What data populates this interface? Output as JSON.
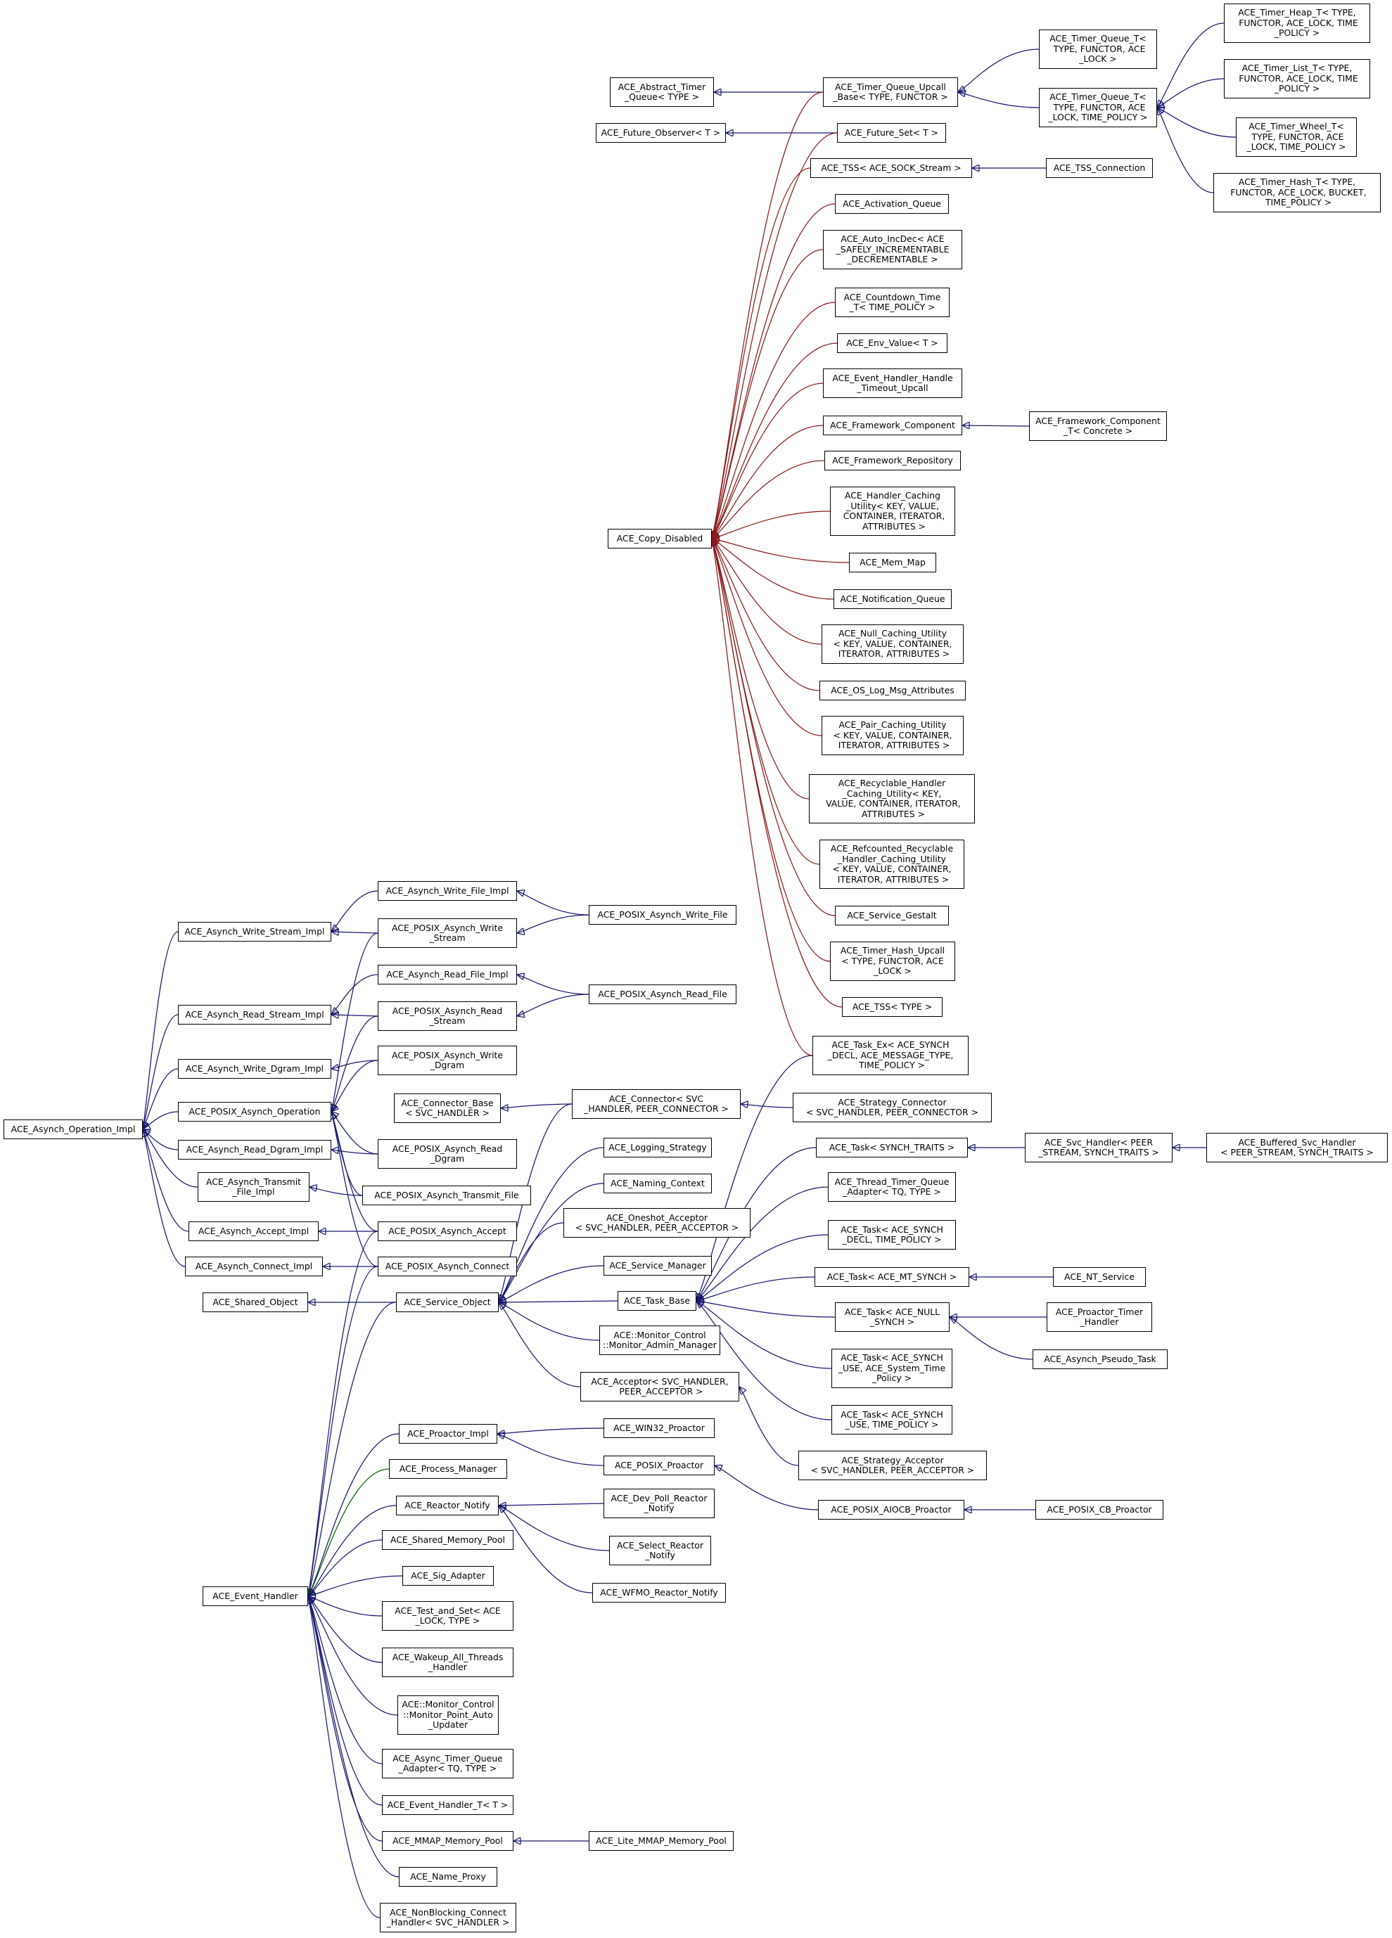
{
  "colors": {
    "inherit": "#191970",
    "private": "#8b1a1a",
    "protected": "#006400"
  },
  "nodes": [
    {
      "id": "aoi",
      "label": "ACE_Asynch_Operation_Impl"
    },
    {
      "id": "awsi",
      "label": "ACE_Asynch_Write_Stream_Impl"
    },
    {
      "id": "arsi",
      "label": "ACE_Asynch_Read_Stream_Impl"
    },
    {
      "id": "awdi",
      "label": "ACE_Asynch_Write_Dgram_Impl"
    },
    {
      "id": "pao",
      "label": "ACE_POSIX_Asynch_Operation"
    },
    {
      "id": "ardi",
      "label": "ACE_Asynch_Read_Dgram_Impl"
    },
    {
      "id": "atfi",
      "label": "ACE_Asynch_Transmit\n_File_Impl"
    },
    {
      "id": "aai",
      "label": "ACE_Asynch_Accept_Impl"
    },
    {
      "id": "aci",
      "label": "ACE_Asynch_Connect_Impl"
    },
    {
      "id": "aso",
      "label": "ACE_Shared_Object"
    },
    {
      "id": "aeh",
      "label": "ACE_Event_Handler"
    },
    {
      "id": "awfi",
      "label": "ACE_Asynch_Write_File_Impl"
    },
    {
      "id": "paws",
      "label": "ACE_POSIX_Asynch_Write\n_Stream"
    },
    {
      "id": "arfi",
      "label": "ACE_Asynch_Read_File_Impl"
    },
    {
      "id": "pars",
      "label": "ACE_POSIX_Asynch_Read\n_Stream"
    },
    {
      "id": "pawd",
      "label": "ACE_POSIX_Asynch_Write\n_Dgram"
    },
    {
      "id": "cbase",
      "label": "ACE_Connector_Base\n< SVC_HANDLER >"
    },
    {
      "id": "pard",
      "label": "ACE_POSIX_Asynch_Read\n_Dgram"
    },
    {
      "id": "patf",
      "label": "ACE_POSIX_Asynch_Transmit_File"
    },
    {
      "id": "paa",
      "label": "ACE_POSIX_Asynch_Accept"
    },
    {
      "id": "pac",
      "label": "ACE_POSIX_Asynch_Connect"
    },
    {
      "id": "sobj",
      "label": "ACE_Service_Object"
    },
    {
      "id": "pimpl",
      "label": "ACE_Proactor_Impl"
    },
    {
      "id": "pmgr",
      "label": "ACE_Process_Manager"
    },
    {
      "id": "rnot",
      "label": "ACE_Reactor_Notify"
    },
    {
      "id": "smp",
      "label": "ACE_Shared_Memory_Pool"
    },
    {
      "id": "siga",
      "label": "ACE_Sig_Adapter"
    },
    {
      "id": "tas",
      "label": "ACE_Test_and_Set< ACE\n_LOCK, TYPE >"
    },
    {
      "id": "wath",
      "label": "ACE_Wakeup_All_Threads\n_Handler"
    },
    {
      "id": "mpau",
      "label": "ACE::Monitor_Control\n::Monitor_Point_Auto\n_Updater"
    },
    {
      "id": "atqa",
      "label": "ACE_Async_Timer_Queue\n_Adapter< TQ, TYPE >"
    },
    {
      "id": "eht",
      "label": "ACE_Event_Handler_T< T >"
    },
    {
      "id": "mmap",
      "label": "ACE_MMAP_Memory_Pool"
    },
    {
      "id": "nprox",
      "label": "ACE_Name_Proxy"
    },
    {
      "id": "nbch",
      "label": "ACE_NonBlocking_Connect\n_Handler< SVC_HANDLER >"
    },
    {
      "id": "atq",
      "label": "ACE_Abstract_Timer\n_Queue< TYPE >"
    },
    {
      "id": "fobs",
      "label": "ACE_Future_Observer< T >"
    },
    {
      "id": "cdis",
      "label": "ACE_Copy_Disabled"
    },
    {
      "id": "tqu",
      "label": "ACE_Timer_Queue_Upcall\n_Base< TYPE, FUNCTOR >"
    },
    {
      "id": "fset",
      "label": "ACE_Future_Set< T >"
    },
    {
      "id": "tsss",
      "label": "ACE_TSS< ACE_SOCK_Stream >"
    },
    {
      "id": "actq",
      "label": "ACE_Activation_Queue"
    },
    {
      "id": "aid",
      "label": "ACE_Auto_IncDec< ACE\n_SAFELY_INCREMENTABLE\n_DECREMENTABLE >"
    },
    {
      "id": "cdt",
      "label": "ACE_Countdown_Time\n_T< TIME_POLICY >"
    },
    {
      "id": "envv",
      "label": "ACE_Env_Value< T >"
    },
    {
      "id": "ehhtu",
      "label": "ACE_Event_Handler_Handle\n_Timeout_Upcall"
    },
    {
      "id": "fcomp",
      "label": "ACE_Framework_Component"
    },
    {
      "id": "frep",
      "label": "ACE_Framework_Repository"
    },
    {
      "id": "hcu",
      "label": "ACE_Handler_Caching\n_Utility< KEY, VALUE,\n CONTAINER, ITERATOR,\n ATTRIBUTES >"
    },
    {
      "id": "mmapm",
      "label": "ACE_Mem_Map"
    },
    {
      "id": "notq",
      "label": "ACE_Notification_Queue"
    },
    {
      "id": "ncu",
      "label": "ACE_Null_Caching_Utility\n< KEY, VALUE, CONTAINER,\n ITERATOR, ATTRIBUTES >"
    },
    {
      "id": "oslog",
      "label": "ACE_OS_Log_Msg_Attributes"
    },
    {
      "id": "pcu",
      "label": "ACE_Pair_Caching_Utility\n< KEY, VALUE, CONTAINER,\n ITERATOR, ATTRIBUTES >"
    },
    {
      "id": "rhcu",
      "label": "ACE_Recyclable_Handler\n_Caching_Utility< KEY,\n VALUE, CONTAINER, ITERATOR,\n ATTRIBUTES >"
    },
    {
      "id": "rrhcu",
      "label": "ACE_Refcounted_Recyclable\n_Handler_Caching_Utility\n< KEY, VALUE, CONTAINER,\n ITERATOR, ATTRIBUTES >"
    },
    {
      "id": "sgest",
      "label": "ACE_Service_Gestalt"
    },
    {
      "id": "thu",
      "label": "ACE_Timer_Hash_Upcall\n< TYPE, FUNCTOR, ACE\n_LOCK >"
    },
    {
      "id": "tsst",
      "label": "ACE_TSS< TYPE >"
    },
    {
      "id": "taskex",
      "label": "ACE_Task_Ex< ACE_SYNCH\n_DECL, ACE_MESSAGE_TYPE,\n TIME_POLICY >"
    },
    {
      "id": "conn",
      "label": "ACE_Connector< SVC\n_HANDLER, PEER_CONNECTOR >"
    },
    {
      "id": "logs",
      "label": "ACE_Logging_Strategy"
    },
    {
      "id": "nctx",
      "label": "ACE_Naming_Context"
    },
    {
      "id": "oacc",
      "label": "ACE_Oneshot_Acceptor\n< SVC_HANDLER, PEER_ACCEPTOR >"
    },
    {
      "id": "smgr",
      "label": "ACE_Service_Manager"
    },
    {
      "id": "tbase",
      "label": "ACE_Task_Base"
    },
    {
      "id": "mam",
      "label": "ACE::Monitor_Control\n::Monitor_Admin_Manager"
    },
    {
      "id": "acc",
      "label": "ACE_Acceptor< SVC_HANDLER,\n PEER_ACCEPTOR >"
    },
    {
      "id": "w32p",
      "label": "ACE_WIN32_Proactor"
    },
    {
      "id": "posp",
      "label": "ACE_POSIX_Proactor"
    },
    {
      "id": "dprn",
      "label": "ACE_Dev_Poll_Reactor\n_Notify"
    },
    {
      "id": "srn",
      "label": "ACE_Select_Reactor\n_Notify"
    },
    {
      "id": "wfmo",
      "label": "ACE_WFMO_Reactor_Notify"
    },
    {
      "id": "lmmap",
      "label": "ACE_Lite_MMAP_Memory_Pool"
    },
    {
      "id": "tqt2",
      "label": "ACE_Timer_Queue_T<\n TYPE, FUNCTOR, ACE\n_LOCK >"
    },
    {
      "id": "tqt4",
      "label": "ACE_Timer_Queue_T<\n TYPE, FUNCTOR, ACE\n_LOCK, TIME_POLICY >"
    },
    {
      "id": "tssc",
      "label": "ACE_TSS_Connection"
    },
    {
      "id": "fcompt",
      "label": "ACE_Framework_Component\n_T< Concrete >"
    },
    {
      "id": "sconn",
      "label": "ACE_Strategy_Connector\n< SVC_HANDLER, PEER_CONNECTOR >"
    },
    {
      "id": "tst",
      "label": "ACE_Task< SYNCH_TRAITS >"
    },
    {
      "id": "ttqa",
      "label": "ACE_Thread_Timer_Queue\n_Adapter< TQ, TYPE >"
    },
    {
      "id": "tsd",
      "label": "ACE_Task< ACE_SYNCH\n_DECL, TIME_POLICY >"
    },
    {
      "id": "tmt",
      "label": "ACE_Task< ACE_MT_SYNCH >"
    },
    {
      "id": "tns",
      "label": "ACE_Task< ACE_NULL\n_SYNCH >"
    },
    {
      "id": "tsu",
      "label": "ACE_Task< ACE_SYNCH\n_USE, ACE_System_Time\n_Policy >"
    },
    {
      "id": "tsutp",
      "label": "ACE_Task< ACE_SYNCH\n_USE, TIME_POLICY >"
    },
    {
      "id": "sacc",
      "label": "ACE_Strategy_Acceptor\n< SVC_HANDLER, PEER_ACCEPTOR >"
    },
    {
      "id": "paiocb",
      "label": "ACE_POSIX_AIOCB_Proactor"
    },
    {
      "id": "svch",
      "label": "ACE_Svc_Handler< PEER\n_STREAM, SYNCH_TRAITS >"
    },
    {
      "id": "nts",
      "label": "ACE_NT_Service"
    },
    {
      "id": "pth",
      "label": "ACE_Proactor_Timer\n_Handler"
    },
    {
      "id": "apt",
      "label": "ACE_Asynch_Pseudo_Task"
    },
    {
      "id": "pcbp",
      "label": "ACE_POSIX_CB_Proactor"
    },
    {
      "id": "theap",
      "label": "ACE_Timer_Heap_T< TYPE,\n FUNCTOR, ACE_LOCK, TIME\n_POLICY >"
    },
    {
      "id": "tlist",
      "label": "ACE_Timer_List_T< TYPE,\n FUNCTOR, ACE_LOCK, TIME\n_POLICY >"
    },
    {
      "id": "twheel",
      "label": "ACE_Timer_Wheel_T<\n TYPE, FUNCTOR, ACE\n_LOCK, TIME_POLICY >"
    },
    {
      "id": "thash",
      "label": "ACE_Timer_Hash_T< TYPE,\n FUNCTOR, ACE_LOCK, BUCKET,\n TIME_POLICY >"
    },
    {
      "id": "bsvch",
      "label": "ACE_Buffered_Svc_Handler\n< PEER_STREAM, SYNCH_TRAITS >"
    }
  ],
  "edges": [
    {
      "from": "awsi",
      "to": "aoi",
      "kind": "inherit"
    },
    {
      "from": "arsi",
      "to": "aoi",
      "kind": "inherit"
    },
    {
      "from": "awdi",
      "to": "aoi",
      "kind": "inherit"
    },
    {
      "from": "pao",
      "to": "aoi",
      "kind": "inherit"
    },
    {
      "from": "ardi",
      "to": "aoi",
      "kind": "inherit"
    },
    {
      "from": "atfi",
      "to": "aoi",
      "kind": "inherit"
    },
    {
      "from": "aai",
      "to": "aoi",
      "kind": "inherit"
    },
    {
      "from": "aci",
      "to": "aoi",
      "kind": "inherit"
    },
    {
      "from": "awfi",
      "to": "awsi",
      "kind": "inherit"
    },
    {
      "from": "paws",
      "to": "awsi",
      "kind": "inherit"
    },
    {
      "from": "paws",
      "to": "pao",
      "kind": "inherit"
    },
    {
      "from": "arfi",
      "to": "arsi",
      "kind": "inherit"
    },
    {
      "from": "pars",
      "to": "arsi",
      "kind": "inherit"
    },
    {
      "from": "pars",
      "to": "pao",
      "kind": "inherit"
    },
    {
      "from": "pawd",
      "to": "awdi",
      "kind": "inherit"
    },
    {
      "from": "pawd",
      "to": "pao",
      "kind": "inherit"
    },
    {
      "from": "pard",
      "to": "ardi",
      "kind": "inherit"
    },
    {
      "from": "pard",
      "to": "pao",
      "kind": "inherit"
    },
    {
      "from": "patf",
      "to": "atfi",
      "kind": "inherit"
    },
    {
      "from": "patf",
      "to": "pao",
      "kind": "inherit"
    },
    {
      "from": "paa",
      "to": "aai",
      "kind": "inherit"
    },
    {
      "from": "paa",
      "to": "pao",
      "kind": "inherit"
    },
    {
      "from": "pac",
      "to": "aci",
      "kind": "inherit"
    },
    {
      "from": "pac",
      "to": "pao",
      "kind": "inherit"
    },
    {
      "from": "pawf",
      "to": "awfi",
      "kind": "inherit"
    },
    {
      "from": "pawf",
      "to": "paws",
      "kind": "inherit"
    },
    {
      "from": "parf",
      "to": "arfi",
      "kind": "inherit"
    },
    {
      "from": "parf",
      "to": "pars",
      "kind": "inherit"
    },
    {
      "from": "sobj",
      "to": "aso",
      "kind": "inherit"
    },
    {
      "from": "sobj",
      "to": "aeh",
      "kind": "inherit"
    },
    {
      "from": "paa",
      "to": "aeh",
      "kind": "inherit"
    },
    {
      "from": "pac",
      "to": "aeh",
      "kind": "inherit"
    },
    {
      "from": "pimpl",
      "to": "aeh",
      "kind": "inherit"
    },
    {
      "from": "pmgr",
      "to": "aeh",
      "kind": "protected"
    },
    {
      "from": "rnot",
      "to": "aeh",
      "kind": "inherit"
    },
    {
      "from": "smp",
      "to": "aeh",
      "kind": "inherit"
    },
    {
      "from": "siga",
      "to": "aeh",
      "kind": "inherit"
    },
    {
      "from": "tas",
      "to": "aeh",
      "kind": "inherit"
    },
    {
      "from": "wath",
      "to": "aeh",
      "kind": "inherit"
    },
    {
      "from": "mpau",
      "to": "aeh",
      "kind": "inherit"
    },
    {
      "from": "atqa",
      "to": "aeh",
      "kind": "inherit"
    },
    {
      "from": "eht",
      "to": "aeh",
      "kind": "inherit"
    },
    {
      "from": "mmap",
      "to": "aeh",
      "kind": "inherit"
    },
    {
      "from": "nprox",
      "to": "aeh",
      "kind": "inherit"
    },
    {
      "from": "nbch",
      "to": "aeh",
      "kind": "inherit"
    },
    {
      "from": "conn",
      "to": "cbase",
      "kind": "inherit"
    },
    {
      "from": "conn",
      "to": "sobj",
      "kind": "inherit"
    },
    {
      "from": "logs",
      "to": "sobj",
      "kind": "inherit"
    },
    {
      "from": "nctx",
      "to": "sobj",
      "kind": "inherit"
    },
    {
      "from": "oacc",
      "to": "sobj",
      "kind": "inherit"
    },
    {
      "from": "smgr",
      "to": "sobj",
      "kind": "inherit"
    },
    {
      "from": "tbase",
      "to": "sobj",
      "kind": "inherit"
    },
    {
      "from": "mam",
      "to": "sobj",
      "kind": "inherit"
    },
    {
      "from": "acc",
      "to": "sobj",
      "kind": "inherit"
    },
    {
      "from": "w32p",
      "to": "pimpl",
      "kind": "inherit"
    },
    {
      "from": "posp",
      "to": "pimpl",
      "kind": "inherit"
    },
    {
      "from": "dprn",
      "to": "rnot",
      "kind": "inherit"
    },
    {
      "from": "srn",
      "to": "rnot",
      "kind": "inherit"
    },
    {
      "from": "wfmo",
      "to": "rnot",
      "kind": "inherit"
    },
    {
      "from": "lmmap",
      "to": "mmap",
      "kind": "inherit"
    },
    {
      "from": "tqu",
      "to": "atq",
      "kind": "inherit"
    },
    {
      "from": "fset",
      "to": "fobs",
      "kind": "inherit"
    },
    {
      "from": "tqt2",
      "to": "tqu",
      "kind": "inherit"
    },
    {
      "from": "tqt4",
      "to": "tqu",
      "kind": "inherit"
    },
    {
      "from": "tssc",
      "to": "tsss",
      "kind": "inherit"
    },
    {
      "from": "fcompt",
      "to": "fcomp",
      "kind": "inherit"
    },
    {
      "from": "sconn",
      "to": "conn",
      "kind": "inherit"
    },
    {
      "from": "taskex",
      "to": "tbase",
      "kind": "inherit"
    },
    {
      "from": "tst",
      "to": "tbase",
      "kind": "inherit"
    },
    {
      "from": "ttqa",
      "to": "tbase",
      "kind": "inherit"
    },
    {
      "from": "tsd",
      "to": "tbase",
      "kind": "inherit"
    },
    {
      "from": "tmt",
      "to": "tbase",
      "kind": "inherit"
    },
    {
      "from": "tns",
      "to": "tbase",
      "kind": "inherit"
    },
    {
      "from": "tsu",
      "to": "tbase",
      "kind": "inherit"
    },
    {
      "from": "tsutp",
      "to": "tbase",
      "kind": "inherit"
    },
    {
      "from": "sacc",
      "to": "acc",
      "kind": "inherit"
    },
    {
      "from": "paiocb",
      "to": "posp",
      "kind": "inherit"
    },
    {
      "from": "svch",
      "to": "tst",
      "kind": "inherit"
    },
    {
      "from": "nts",
      "to": "tmt",
      "kind": "inherit"
    },
    {
      "from": "pth",
      "to": "tns",
      "kind": "inherit"
    },
    {
      "from": "apt",
      "to": "tns",
      "kind": "inherit"
    },
    {
      "from": "pcbp",
      "to": "paiocb",
      "kind": "inherit"
    },
    {
      "from": "theap",
      "to": "tqt4",
      "kind": "inherit"
    },
    {
      "from": "tlist",
      "to": "tqt4",
      "kind": "inherit"
    },
    {
      "from": "twheel",
      "to": "tqt4",
      "kind": "inherit"
    },
    {
      "from": "thash",
      "to": "tqt4",
      "kind": "inherit"
    },
    {
      "from": "bsvch",
      "to": "svch",
      "kind": "inherit"
    },
    {
      "from": "tqu",
      "to": "cdis",
      "kind": "private"
    },
    {
      "from": "fset",
      "to": "cdis",
      "kind": "private"
    },
    {
      "from": "tsss",
      "to": "cdis",
      "kind": "private"
    },
    {
      "from": "actq",
      "to": "cdis",
      "kind": "private"
    },
    {
      "from": "aid",
      "to": "cdis",
      "kind": "private"
    },
    {
      "from": "cdt",
      "to": "cdis",
      "kind": "private"
    },
    {
      "from": "envv",
      "to": "cdis",
      "kind": "private"
    },
    {
      "from": "ehhtu",
      "to": "cdis",
      "kind": "private"
    },
    {
      "from": "fcomp",
      "to": "cdis",
      "kind": "private"
    },
    {
      "from": "frep",
      "to": "cdis",
      "kind": "private"
    },
    {
      "from": "hcu",
      "to": "cdis",
      "kind": "private"
    },
    {
      "from": "mmapm",
      "to": "cdis",
      "kind": "private"
    },
    {
      "from": "notq",
      "to": "cdis",
      "kind": "private"
    },
    {
      "from": "ncu",
      "to": "cdis",
      "kind": "private"
    },
    {
      "from": "oslog",
      "to": "cdis",
      "kind": "private"
    },
    {
      "from": "pcu",
      "to": "cdis",
      "kind": "private"
    },
    {
      "from": "rhcu",
      "to": "cdis",
      "kind": "private"
    },
    {
      "from": "rrhcu",
      "to": "cdis",
      "kind": "private"
    },
    {
      "from": "sgest",
      "to": "cdis",
      "kind": "private"
    },
    {
      "from": "thu",
      "to": "cdis",
      "kind": "private"
    },
    {
      "from": "tsst",
      "to": "cdis",
      "kind": "private"
    },
    {
      "from": "taskex",
      "to": "cdis",
      "kind": "private"
    }
  ],
  "extra_nodes": [
    {
      "id": "pawf",
      "label": "ACE_POSIX_Asynch_Write_File"
    },
    {
      "id": "parf",
      "label": "ACE_POSIX_Asynch_Read_File"
    }
  ]
}
